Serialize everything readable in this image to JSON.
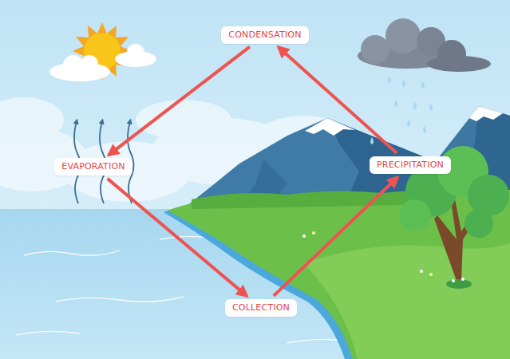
{
  "diagram": {
    "nodes": [
      {
        "text": [
          "CONDENSATION"
        ]
      },
      {
        "text": [
          "EVAPORATION"
        ]
      },
      {
        "text": [
          "PRECIPITATION"
        ]
      },
      {
        "text": [
          "COLLECTION"
        ]
      }
    ],
    "edges": [
      {
        "from": 0,
        "to": 1,
        "arrow": "to"
      },
      {
        "from": 1,
        "to": 3,
        "arrow": "to"
      },
      {
        "from": 3,
        "to": 2,
        "arrow": "to"
      },
      {
        "from": 2,
        "to": 0,
        "arrow": "to"
      }
    ]
  }
}
